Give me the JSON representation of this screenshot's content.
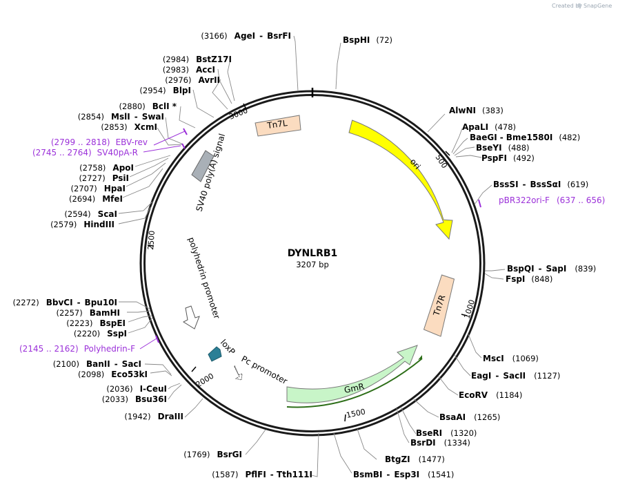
{
  "watermark": {
    "created_by": "Created by",
    "brand": "SnapGene"
  },
  "plasmid": {
    "name": "DYNLRB1",
    "length_label": "3207 bp",
    "length": 3207
  },
  "ticks": [
    "500",
    "1000",
    "1500",
    "2000",
    "2500",
    "3000"
  ],
  "features": [
    {
      "label": "ori",
      "color": "#ffff00"
    },
    {
      "label": "Tn7R",
      "color": "#fbdcc0"
    },
    {
      "label": "GmR",
      "color": "#c8f5c8"
    },
    {
      "label": "Pc promoter",
      "color": "#ffffff"
    },
    {
      "label": "loxP",
      "color": "#2b7f96"
    },
    {
      "label": "polyhedrin promoter",
      "color": "#ffffff"
    },
    {
      "label": "SV40 poly(A) signal",
      "color": "#a9b0b7"
    },
    {
      "label": "Tn7L",
      "color": "#fbdcc0"
    }
  ],
  "sites": [
    {
      "side": "R",
      "names": [
        "BspHI"
      ],
      "pos": "(72)"
    },
    {
      "side": "R",
      "names": [
        "AlwNI"
      ],
      "pos": "(383)"
    },
    {
      "side": "R",
      "names": [
        "ApaLI"
      ],
      "pos": "(478)"
    },
    {
      "side": "R",
      "names": [
        "BaeGI",
        "Bme1580I"
      ],
      "pos": "(482)"
    },
    {
      "side": "R",
      "names": [
        "BseYI"
      ],
      "pos": "(488)"
    },
    {
      "side": "R",
      "names": [
        "PspFI"
      ],
      "pos": "(492)"
    },
    {
      "side": "R",
      "names": [
        "BssSI",
        "BssSαI"
      ],
      "pos": "(619)"
    },
    {
      "side": "R",
      "names": [
        "BspQI",
        "SapI"
      ],
      "pos": "(839)"
    },
    {
      "side": "R",
      "names": [
        "FspI"
      ],
      "pos": "(848)"
    },
    {
      "side": "R",
      "names": [
        "MscI"
      ],
      "pos": "(1069)"
    },
    {
      "side": "R",
      "names": [
        "EagI",
        "SacII"
      ],
      "pos": "(1127)"
    },
    {
      "side": "R",
      "names": [
        "EcoRV"
      ],
      "pos": "(1184)"
    },
    {
      "side": "R",
      "names": [
        "BsaAI"
      ],
      "pos": "(1265)"
    },
    {
      "side": "R",
      "names": [
        "BseRI"
      ],
      "pos": "(1320)"
    },
    {
      "side": "R",
      "names": [
        "BsrDI"
      ],
      "pos": "(1334)"
    },
    {
      "side": "R",
      "names": [
        "BtgZI"
      ],
      "pos": "(1477)"
    },
    {
      "side": "R",
      "names": [
        "BsmBI",
        "Esp3I"
      ],
      "pos": "(1541)"
    },
    {
      "side": "L",
      "names": [
        "PflFI",
        "Tth111I"
      ],
      "pos": "(1587)"
    },
    {
      "side": "L",
      "names": [
        "BsrGI"
      ],
      "pos": "(1769)"
    },
    {
      "side": "L",
      "names": [
        "DraIII"
      ],
      "pos": "(1942)"
    },
    {
      "side": "L",
      "names": [
        "Bsu36I"
      ],
      "pos": "(2033)"
    },
    {
      "side": "L",
      "names": [
        "I-CeuI"
      ],
      "pos": "(2036)"
    },
    {
      "side": "L",
      "names": [
        "Eco53kI"
      ],
      "pos": "(2098)"
    },
    {
      "side": "L",
      "names": [
        "BanII",
        "SacI"
      ],
      "pos": "(2100)"
    },
    {
      "side": "L",
      "names": [
        "SspI"
      ],
      "pos": "(2220)"
    },
    {
      "side": "L",
      "names": [
        "BspEI"
      ],
      "pos": "(2223)"
    },
    {
      "side": "L",
      "names": [
        "BamHI"
      ],
      "pos": "(2257)"
    },
    {
      "side": "L",
      "names": [
        "BbvCI",
        "Bpu10I"
      ],
      "pos": "(2272)"
    },
    {
      "side": "L",
      "names": [
        "HindIII"
      ],
      "pos": "(2579)"
    },
    {
      "side": "L",
      "names": [
        "ScaI"
      ],
      "pos": "(2594)"
    },
    {
      "side": "L",
      "names": [
        "MfeI"
      ],
      "pos": "(2694)"
    },
    {
      "side": "L",
      "names": [
        "HpaI"
      ],
      "pos": "(2707)"
    },
    {
      "side": "L",
      "names": [
        "PsiI"
      ],
      "pos": "(2727)"
    },
    {
      "side": "L",
      "names": [
        "ApoI"
      ],
      "pos": "(2758)"
    },
    {
      "side": "L",
      "names": [
        "XcmI"
      ],
      "pos": "(2853)"
    },
    {
      "side": "L",
      "names": [
        "MslI",
        "SwaI"
      ],
      "pos": "(2854)"
    },
    {
      "side": "L",
      "names": [
        "BclI *"
      ],
      "pos": "(2880)"
    },
    {
      "side": "L",
      "names": [
        "BlpI"
      ],
      "pos": "(2954)"
    },
    {
      "side": "L",
      "names": [
        "AvrII"
      ],
      "pos": "(2976)"
    },
    {
      "side": "L",
      "names": [
        "AccI"
      ],
      "pos": "(2983)"
    },
    {
      "side": "L",
      "names": [
        "BstZ17I"
      ],
      "pos": "(2984)"
    },
    {
      "side": "L",
      "names": [
        "AgeI",
        "BsrFI"
      ],
      "pos": "(3166)"
    }
  ],
  "primers": [
    {
      "side": "R",
      "label": "pBR322ori-F",
      "range": "(637 .. 656)"
    },
    {
      "side": "L",
      "label": "EBV-rev",
      "range": "(2799 .. 2818)"
    },
    {
      "side": "L",
      "label": "SV40pA-R",
      "range": "(2745 .. 2764)"
    },
    {
      "side": "L",
      "label": "Polyhedrin-F",
      "range": "(2145 .. 2162)"
    }
  ]
}
